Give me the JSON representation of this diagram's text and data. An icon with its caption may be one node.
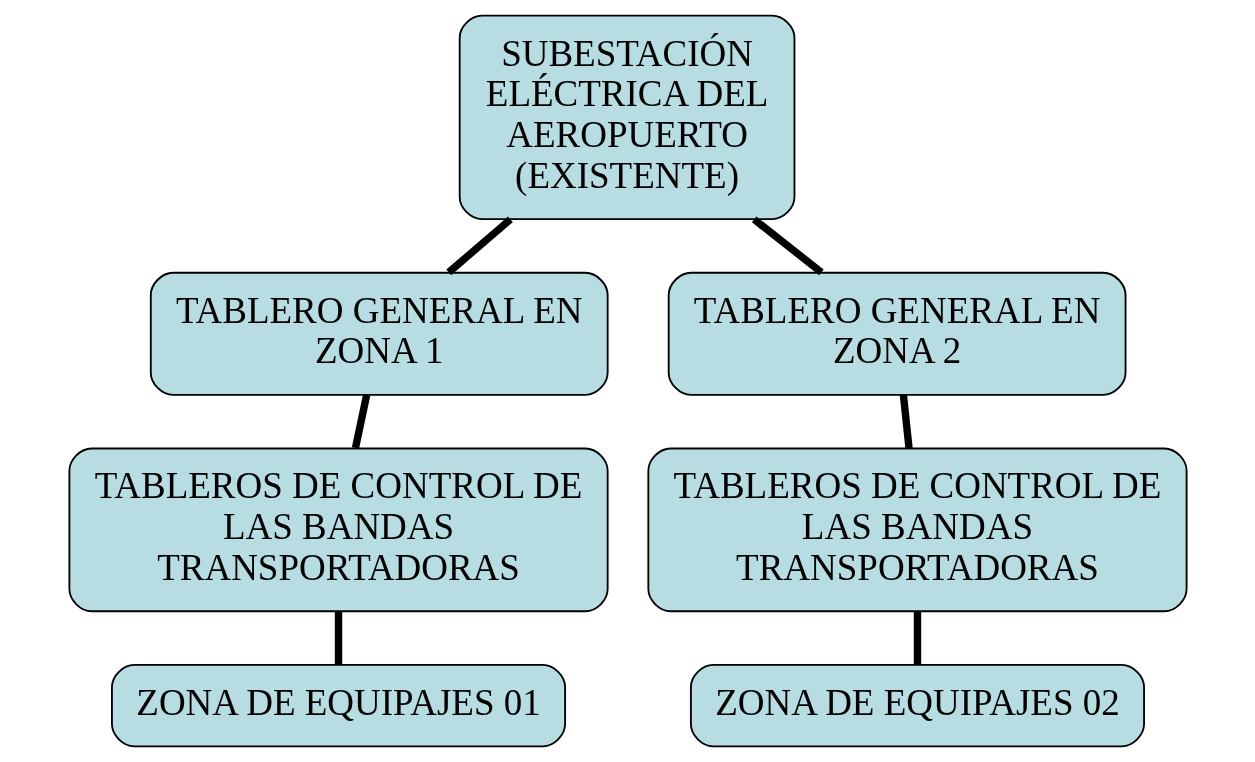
{
  "diagram": {
    "nodes": [
      {
        "text": [
          "SUBESTACIÓN ELÉCTRICA DEL AEROPUERTO (EXISTENTE)"
        ]
      },
      {
        "text": [
          "TABLERO GENERAL EN ZONA 1"
        ]
      },
      {
        "text": [
          "TABLERO GENERAL EN ZONA 2"
        ]
      },
      {
        "text": [
          "TABLEROS DE CONTROL DE LAS BANDAS TRANSPORTADORAS"
        ]
      },
      {
        "text": [
          "TABLEROS DE CONTROL DE LAS BANDAS TRANSPORTADORAS"
        ]
      },
      {
        "text": [
          "ZONA DE EQUIPAJES 01"
        ]
      },
      {
        "text": [
          "ZONA DE EQUIPAJES 02"
        ]
      }
    ],
    "edges": [
      {
        "from": 0,
        "to": 1,
        "arrow": "none"
      },
      {
        "from": 0,
        "to": 2,
        "arrow": "none"
      },
      {
        "from": 1,
        "to": 3,
        "arrow": "none"
      },
      {
        "from": 2,
        "to": 4,
        "arrow": "none"
      },
      {
        "from": 3,
        "to": 5,
        "arrow": "none"
      },
      {
        "from": 4,
        "to": 6,
        "arrow": "none"
      }
    ]
  }
}
